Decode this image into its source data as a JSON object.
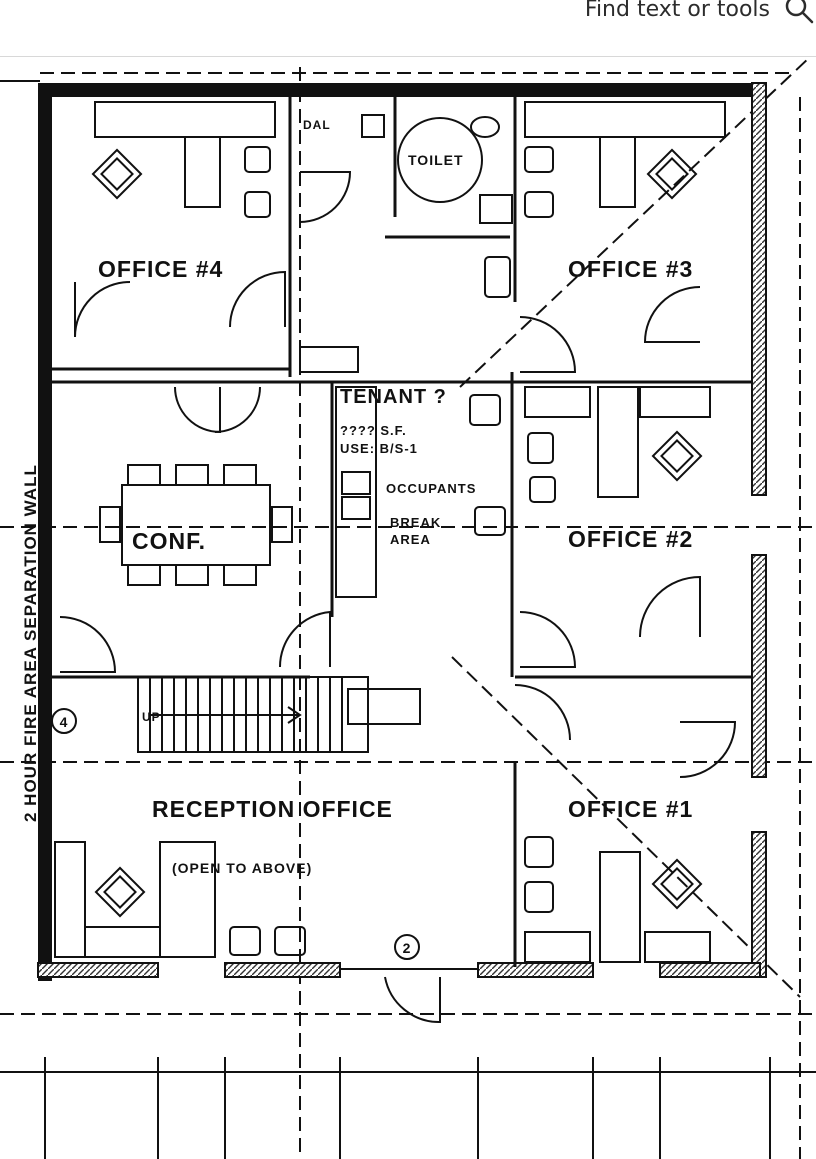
{
  "toolbar": {
    "find_placeholder": "Find text or tools",
    "icon": "search-icon"
  },
  "plan": {
    "rooms": {
      "dal": "DAL",
      "toilet": "TOILET",
      "office4": "OFFICE #4",
      "office3": "OFFICE #3",
      "tenant": "TENANT ?",
      "sqft": "???? S.F.",
      "use": "USE: B/S-1",
      "occupants": "OCCUPANTS",
      "break1": "BREAK",
      "break2": "AREA",
      "conf": "CONF.",
      "office2": "OFFICE #2",
      "office1": "OFFICE #1",
      "reception": "RECEPTION OFFICE",
      "open_above": "(OPEN TO ABOVE)",
      "up": "UP",
      "wall_label": "2 HOUR FIRE AREA SEPARATION WALL"
    },
    "markers": {
      "m1": "4",
      "m2": "2"
    },
    "colors": {
      "line": "#111111",
      "hatch": "#333333"
    }
  }
}
